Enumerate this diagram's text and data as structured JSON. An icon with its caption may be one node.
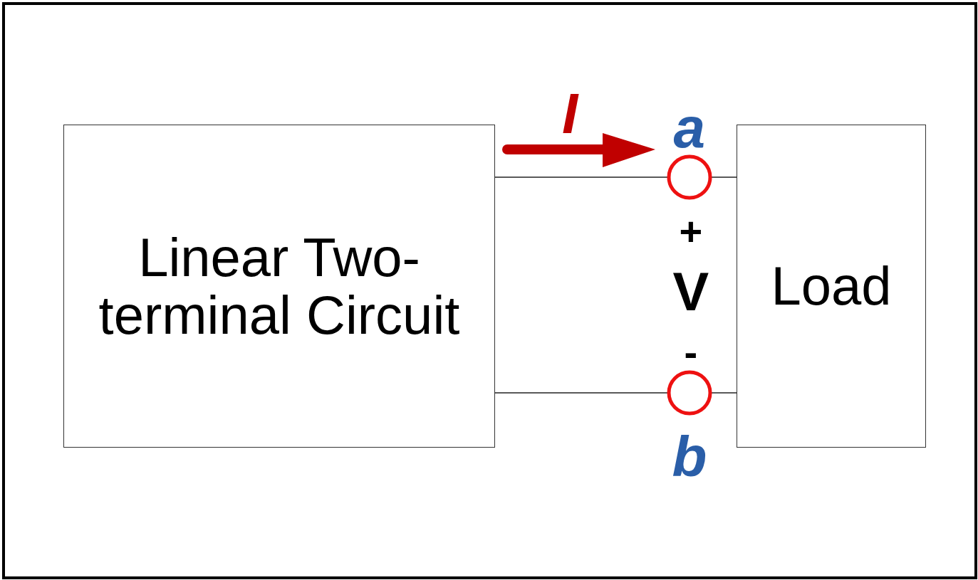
{
  "diagram": {
    "nodes": [
      {
        "text": [
          "Linear Two-terminal Circuit"
        ]
      },
      {
        "text": [],
        "shape": "circle",
        "beside": [
          "a"
        ]
      },
      {
        "text": [],
        "shape": "circle",
        "beside": [
          "b"
        ]
      },
      {
        "text": [
          "Load"
        ]
      }
    ],
    "edges": [
      {
        "from": 0,
        "to": 1,
        "arrow": "none"
      },
      {
        "from": 1,
        "to": 3,
        "arrow": "none"
      },
      {
        "from": 0,
        "to": 2,
        "arrow": "none"
      },
      {
        "from": 2,
        "to": 3,
        "arrow": "none"
      }
    ],
    "labels": [
      "I",
      "+",
      "V",
      "-"
    ]
  }
}
